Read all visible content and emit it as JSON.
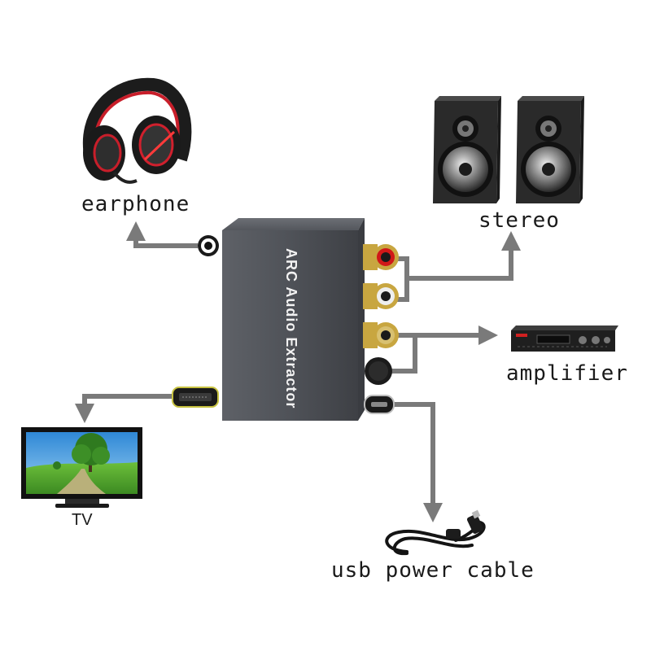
{
  "device": {
    "title": "ARC Audio Extractor"
  },
  "labels": {
    "earphone": "earphone",
    "stereo": "stereo",
    "amplifier": "amplifier",
    "tv": "TV",
    "usb": "usb power cable"
  },
  "colors": {
    "device_body": "#505359",
    "connector_line": "#7a7a7a",
    "rca_gold": "#c8a640",
    "rca_red": "#d01818",
    "optical_black": "#1b1b1b",
    "tv_sky": "#3a9be0",
    "tv_grass": "#4ea43a",
    "speaker_body": "#2a2a2a"
  },
  "icons": [
    "headphone-icon",
    "speaker-icon",
    "amplifier-icon",
    "tv-icon",
    "usb-cable-icon"
  ]
}
